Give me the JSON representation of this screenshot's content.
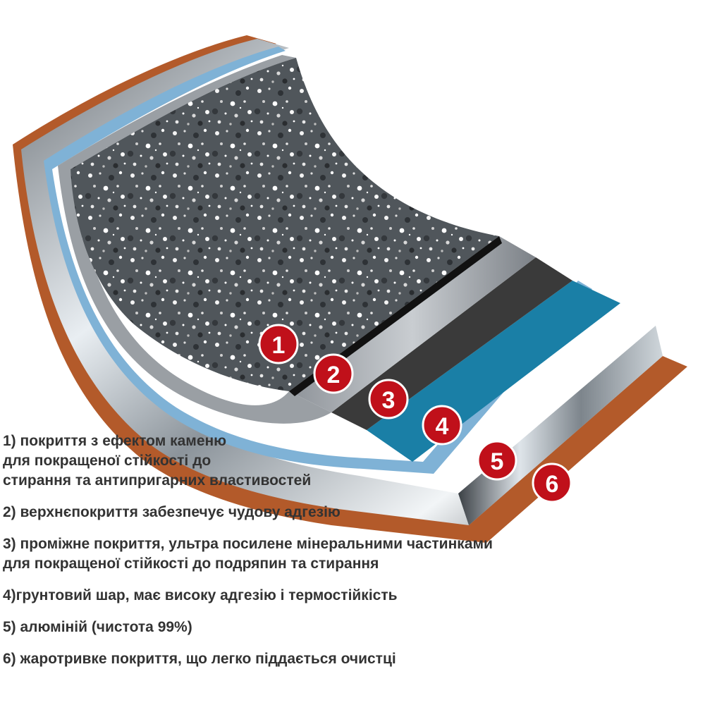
{
  "colors": {
    "copper": "#b35a2a",
    "steel": "#9aa3ab",
    "blue_layer": "#1a7fa6",
    "primer": "#3a3a3a",
    "stone": "#555b5f",
    "badge": "#c0101a"
  },
  "badges": [
    "1",
    "2",
    "3",
    "4",
    "5",
    "6"
  ],
  "legend": [
    {
      "lines": [
        "1) покриття з ефектом каменю",
        "для покращеної стійкості до",
        "стирання та антипригарних властивостей"
      ]
    },
    {
      "lines": [
        "2) верхнєпокриття забезпечує чудову адгезію"
      ]
    },
    {
      "lines": [
        "3) проміжне покриття, ультра посилене мінеральними частинками",
        "для покращеної стійкості до подряпин та стирання"
      ]
    },
    {
      "lines": [
        "4)грунтовий шар, має високу адгезію і термостійкість"
      ]
    },
    {
      "lines": [
        "5) алюміній (чистота 99%)"
      ]
    },
    {
      "lines": [
        "6) жаротривке покриття, що легко піддається очистці"
      ]
    }
  ]
}
